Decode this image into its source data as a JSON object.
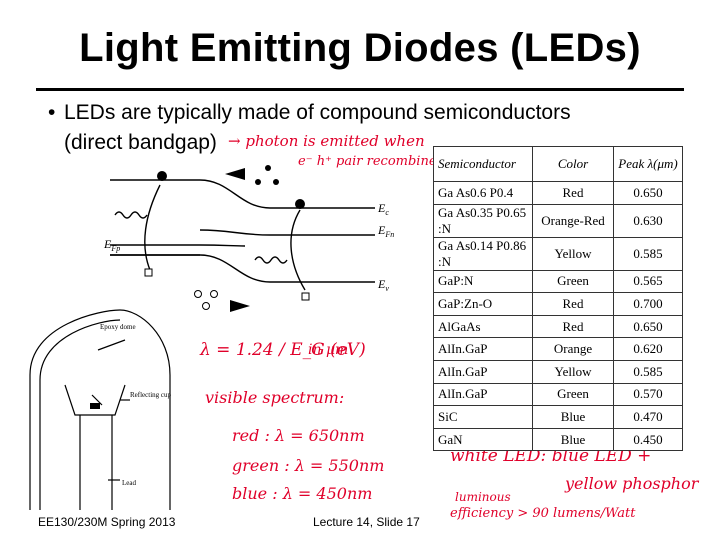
{
  "slide": {
    "title": "Light Emitting Diodes (LEDs)",
    "bullet_line1": "LEDs are typically made of compound semiconductors",
    "bullet_line2": "(direct bandgap)",
    "footer_left": "EE130/230M Spring 2013",
    "footer_center": "Lecture 14, Slide 17"
  },
  "band_diagram": {
    "ec": "E",
    "ec_sub": "c",
    "efn": "E",
    "efn_sub": "Fn",
    "efp": "E",
    "efp_sub": "Fp",
    "ev": "E",
    "ev_sub": "v"
  },
  "led_drawing": {
    "epoxy": "Epoxy dome",
    "cup": "Reflecting cup",
    "lead": "Lead"
  },
  "handwriting": {
    "photon_note_1": "→ photon is emitted when",
    "photon_note_2": "e⁻ h⁺ pair recombines",
    "lambda_eq": "λ = 1.24 / E_G (eV)",
    "lambda_unit": "in μm",
    "visible": "visible spectrum:",
    "red": "red : λ = 650nm",
    "green": "green : λ = 550nm",
    "blue": "blue : λ = 450nm",
    "white1": "white LED: blue LED +",
    "white2": "yellow phosphor",
    "eff1": "luminous",
    "eff2": "efficiency > 90 lumens/Watt"
  },
  "table": {
    "headers": [
      "Semiconductor",
      "Color",
      "Peak λ(μm)"
    ],
    "rows": [
      [
        "Ga As0.6 P0.4",
        "Red",
        "0.650"
      ],
      [
        "Ga As0.35 P0.65 :N",
        "Orange-Red",
        "0.630"
      ],
      [
        "Ga As0.14 P0.86 :N",
        "Yellow",
        "0.585"
      ],
      [
        "GaP:N",
        "Green",
        "0.565"
      ],
      [
        "GaP:Zn-O",
        "Red",
        "0.700"
      ],
      [
        "AlGaAs",
        "Red",
        "0.650"
      ],
      [
        "AlIn.GaP",
        "Orange",
        "0.620"
      ],
      [
        "AlIn.GaP",
        "Yellow",
        "0.585"
      ],
      [
        "AlIn.GaP",
        "Green",
        "0.570"
      ],
      [
        "SiC",
        "Blue",
        "0.470"
      ],
      [
        "GaN",
        "Blue",
        "0.450"
      ]
    ]
  }
}
